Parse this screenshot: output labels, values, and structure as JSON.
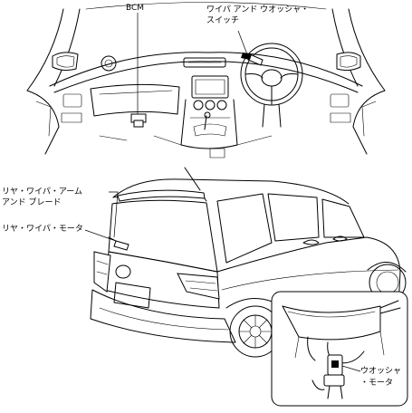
{
  "labels": {
    "bcm": "BCM",
    "wiper_switch_line1": "ワイパ アンド ウオッシャ・",
    "wiper_switch_line2": "スイッチ",
    "rear_wiper_arm_line1": "リヤ・ワイパ・アーム",
    "rear_wiper_arm_line2": "アンド ブレード",
    "rear_wiper_motor": "リヤ・ワイパ・モータ",
    "washer_motor_line1": "ウオッシャ",
    "washer_motor_line2": "・モータ"
  }
}
